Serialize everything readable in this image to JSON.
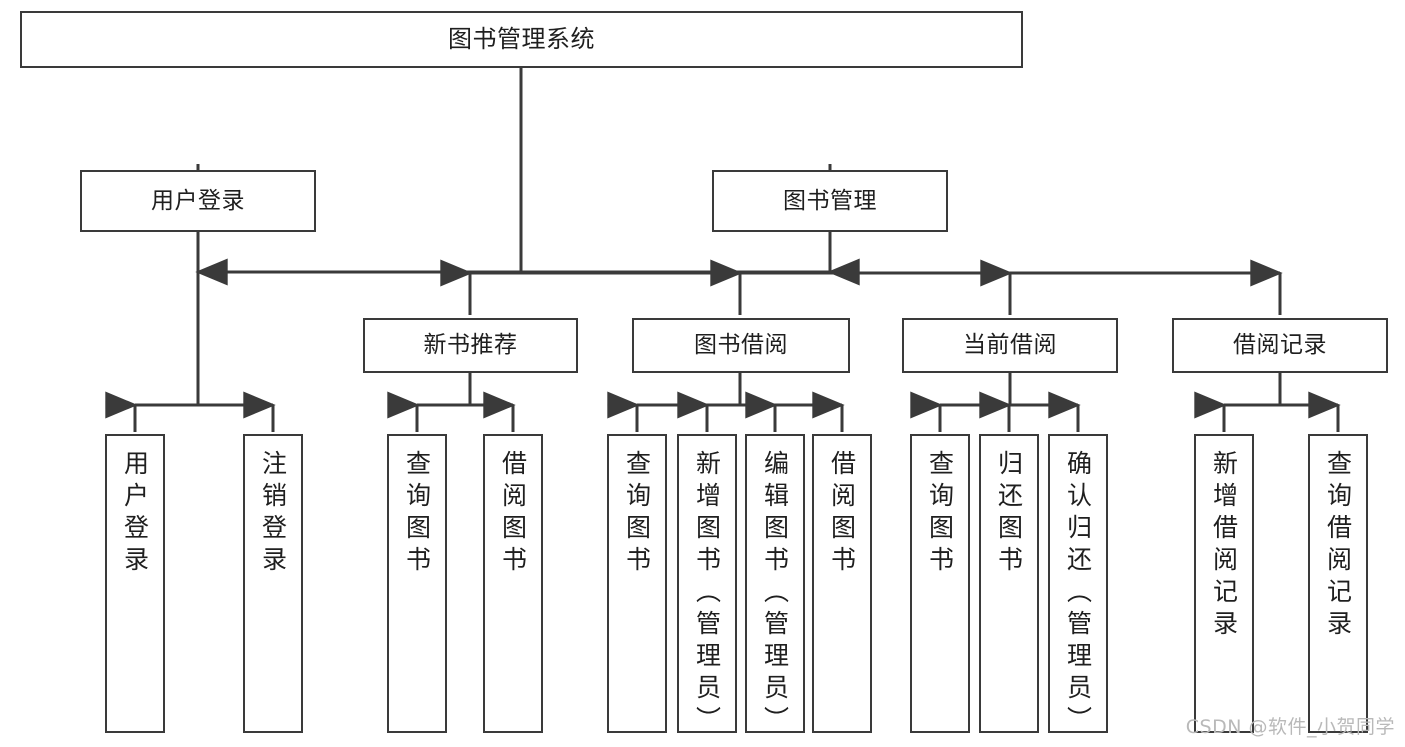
{
  "diagram": {
    "title": "图书管理系统",
    "type": "tree",
    "watermark": "CSDN @软件_小贺同学",
    "stroke_color": "#3a3a3a",
    "fill_color": "#ffffff",
    "text_color": "#1f1f1f",
    "watermark_color": "#b9b9b9"
  },
  "nodes": {
    "root": {
      "label": "图书管理系统"
    },
    "level2": [
      {
        "label": "用户登录"
      },
      {
        "label": "图书管理"
      }
    ],
    "level3": [
      {
        "label": "新书推荐"
      },
      {
        "label": "图书借阅"
      },
      {
        "label": "当前借阅"
      },
      {
        "label": "借阅记录"
      }
    ],
    "leaves": {
      "user_login": [
        {
          "label": "用户登录"
        },
        {
          "label": "注销登录"
        }
      ],
      "new_book": [
        {
          "label": "查询图书"
        },
        {
          "label": "借阅图书"
        }
      ],
      "borrow_book": [
        {
          "label": "查询图书"
        },
        {
          "label": "新增图书（管理员）"
        },
        {
          "label": "编辑图书（管理员）"
        },
        {
          "label": "借阅图书"
        }
      ],
      "current_borrow": [
        {
          "label": "查询图书"
        },
        {
          "label": "归还图书"
        },
        {
          "label": "确认归还（管理员）"
        }
      ],
      "borrow_record": [
        {
          "label": "新增借阅记录"
        },
        {
          "label": "查询借阅记录"
        }
      ]
    }
  }
}
